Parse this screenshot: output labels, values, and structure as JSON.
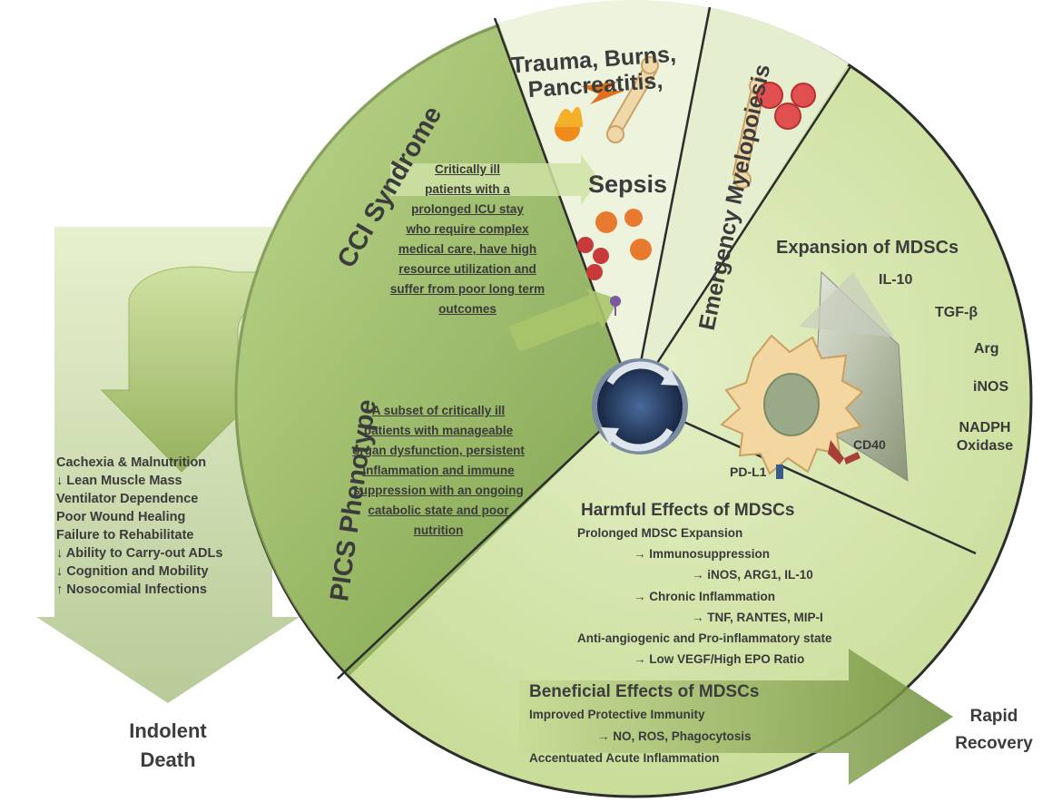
{
  "diagram": {
    "segments": {
      "trauma": [
        "Trauma, Burns,",
        "Pancreatitis,"
      ],
      "sepsis": "Sepsis",
      "myelopoiesis": "Emergency Myelopoiesis",
      "cci": "CCI Syndrome",
      "pics": "PICS Phenotype"
    },
    "cci_description": [
      "Critically ill",
      "patients with a",
      "prolonged ICU stay",
      "who require complex",
      "medical care, have high",
      "resource utilization and",
      "suffer from poor long term",
      "outcomes"
    ],
    "pics_description": [
      "A subset of critically ill",
      "patients with manageable",
      "organ dysfunction, persistent",
      "inflammation and immune",
      "suppression with an ongoing",
      "catabolic state and poor",
      "nutrition"
    ],
    "expansion": {
      "title": "Expansion of MDSCs",
      "mediators": [
        "IL-10",
        "TGF-β",
        "Arg",
        "iNOS",
        "NADPH",
        "Oxidase"
      ],
      "markers": [
        "CD40",
        "PD-L1"
      ]
    },
    "harmful": {
      "title": "Harmful Effects of MDSCs",
      "lines": [
        "Prolonged MDSC Expansion",
        "→ Immunosuppression",
        "→ iNOS, ARG1, IL-10",
        "→ Chronic Inflammation",
        "→ TNF, RANTES, MIP-I",
        "Anti-angiogenic and Pro-inflammatory state",
        "→ Low VEGF/High EPO Ratio"
      ]
    },
    "beneficial": {
      "title": "Beneficial Effects of MDSCs",
      "lines": [
        "Improved Protective Immunity",
        "→ NO,  ROS, Phagocytosis",
        "Accentuated Acute Inflammation"
      ]
    },
    "outcomes_list": [
      "Cachexia & Malnutrition",
      "↓ Lean Muscle Mass",
      "Ventilator Dependence",
      "Poor Wound Healing",
      "Failure to Rehabilitate",
      "↓ Ability to Carry-out ADLs",
      "↓ Cognition and Mobility",
      "↑ Nosocomial Infections"
    ],
    "indolent": [
      "Indolent",
      "Death"
    ],
    "rapid": [
      "Rapid",
      "Recovery"
    ],
    "colors": {
      "green_light": "#d8e8b4",
      "green_mid": "#b5cf7a",
      "green_dark": "#6f8f3a",
      "line": "#2d2d2d"
    }
  }
}
